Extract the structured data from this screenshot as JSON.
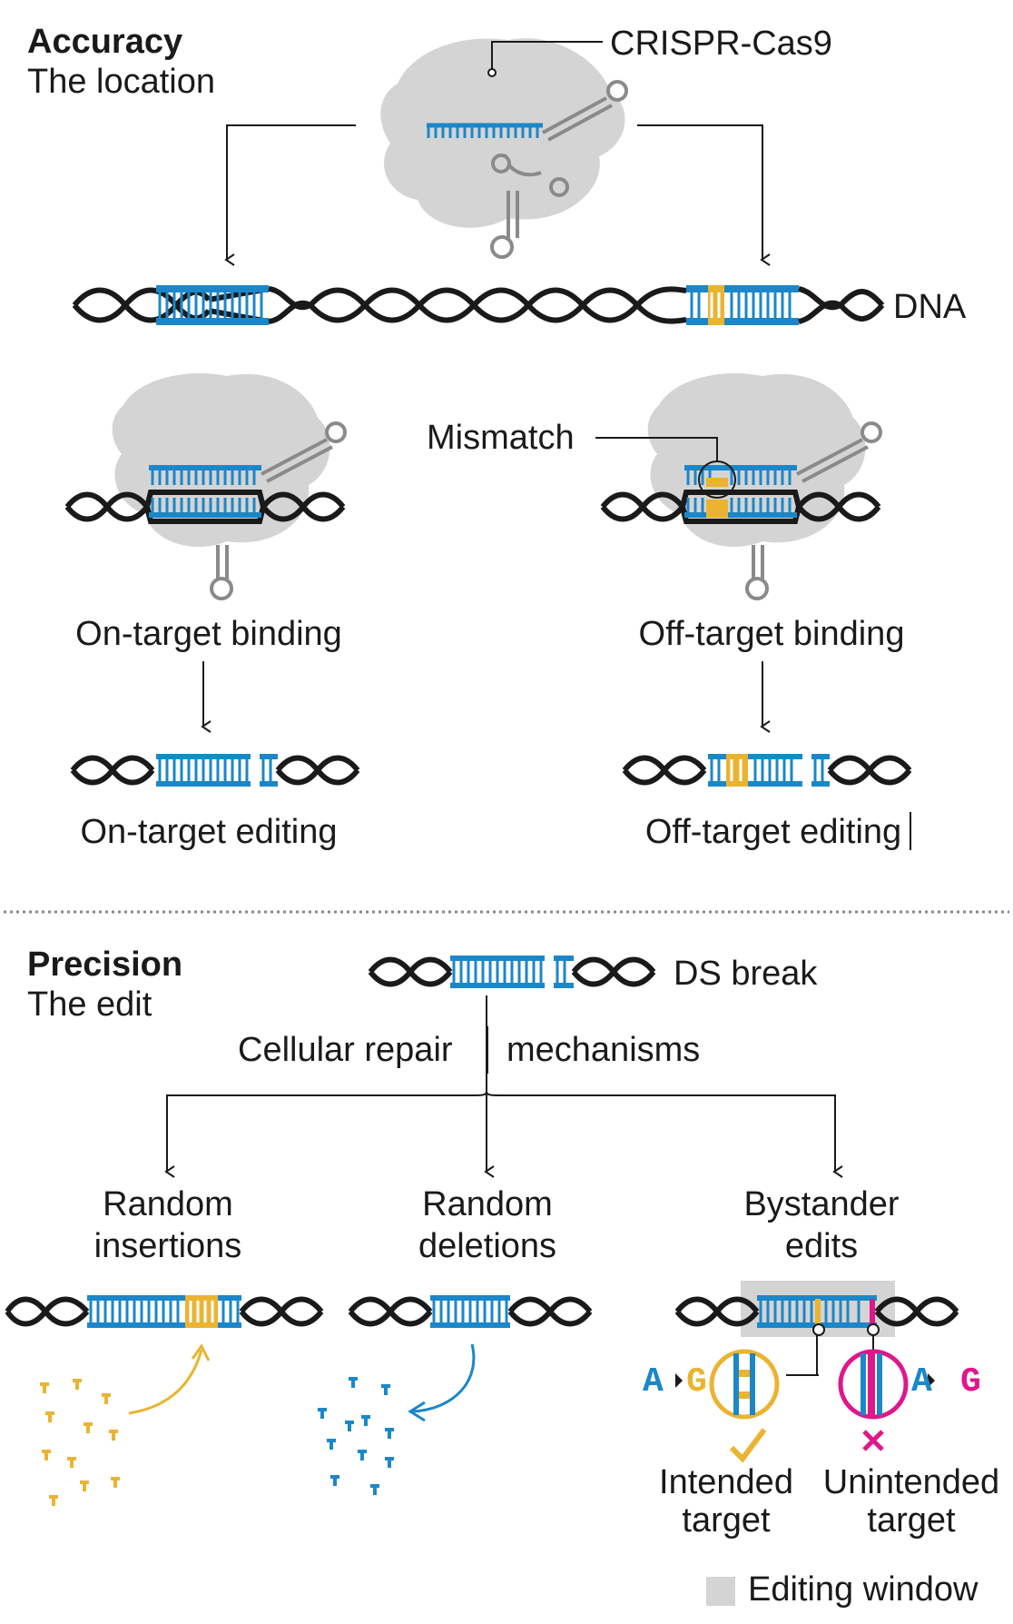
{
  "accuracy": {
    "heading": "Accuracy",
    "subheading": "The location",
    "complex_label": "CRISPR-Cas9",
    "dna_label": "DNA",
    "mismatch_label": "Mismatch",
    "on_binding": "On-target binding",
    "off_binding": "Off-target binding",
    "on_editing": "On-target editing",
    "off_editing": "Off-target editing"
  },
  "precision": {
    "heading": "Precision",
    "subheading": "The edit",
    "ds_break": "DS break",
    "repair_left": "Cellular repair",
    "repair_right": "mechanisms",
    "insertions_l1": "Random",
    "insertions_l2": "insertions",
    "deletions_l1": "Random",
    "deletions_l2": "deletions",
    "bystander_l1": "Bystander",
    "bystander_l2": "edits",
    "intended_base_from": "A",
    "intended_base_to": "G",
    "unintended_base_from": "A",
    "unintended_base_to": "G",
    "intended_l1": "Intended",
    "intended_l2": "target",
    "unintended_l1": "Unintended",
    "unintended_l2": "target",
    "legend_label": "Editing window"
  },
  "colors": {
    "blue": "#1b87c9",
    "yellow": "#eab431",
    "magenta": "#e0168b",
    "gray": "#d4d4d4",
    "black": "#1a1a1a"
  }
}
